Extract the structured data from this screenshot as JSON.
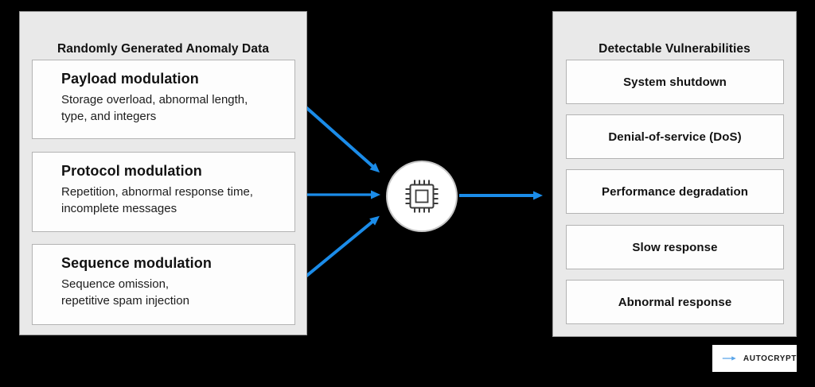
{
  "colors": {
    "background": "#000000",
    "arrow_blue": "#1b8ce9",
    "logo_arrow_blue": "#5aa5e9",
    "panel_bg": "#e9e9e9",
    "panel_border": "#9b9b9b",
    "box_bg": "#fdfdfd",
    "box_border": "#b3b3b3",
    "text": "#121212"
  },
  "left_panel": {
    "title": "Randomly Generated Anomaly Data",
    "items": [
      {
        "title": "Payload modulation",
        "lines": [
          "Storage overload, abnormal length,",
          "type, and integers"
        ]
      },
      {
        "title": "Protocol modulation",
        "lines": [
          "Repetition, abnormal response time,",
          "incomplete messages"
        ]
      },
      {
        "title": "Sequence modulation",
        "lines": [
          "Sequence omission,",
          "repetitive spam injection"
        ]
      }
    ]
  },
  "center": {
    "icon": "chip-icon"
  },
  "right_panel": {
    "title": "Detectable Vulnerabilities",
    "items": [
      "System shutdown",
      "Denial-of-service (DoS)",
      "Performance degradation",
      "Slow response",
      "Abnormal response"
    ]
  },
  "logo": {
    "text": "AUTOCRYPT"
  }
}
